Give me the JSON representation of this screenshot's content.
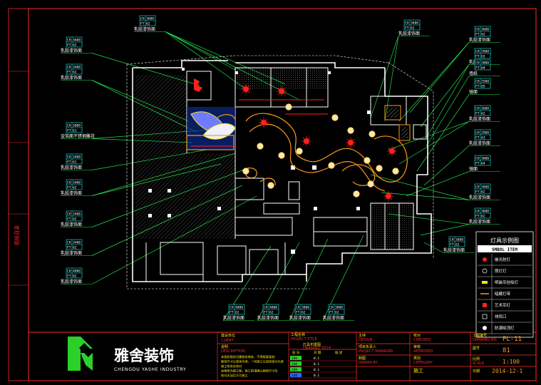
{
  "colors": {
    "background": "#000000",
    "frame": "#ff2a2a",
    "leader": "#22e04a",
    "wall": "#ffffff",
    "tag_border": "#19f0f0",
    "tag_text": "#ffffff",
    "label_text": "#ffffff",
    "accent_orange": "#ff9a1a",
    "accent_red": "#ff2020",
    "accent_yellow": "#ffe600",
    "brand_green": "#2bd02b"
  },
  "tag_labels": {
    "ch": "CH",
    "ft": "FT"
  },
  "tags": [
    {
      "ch": "3600",
      "ft": "62",
      "label": "乳胶漆饰面"
    },
    {
      "ch": "3600",
      "ft": "62",
      "label": "乳胶漆饰面"
    },
    {
      "ch": "3600",
      "ft": "62",
      "label": "乳胶漆饰面"
    },
    {
      "ch": "2900",
      "ft": "63",
      "label": "乳胶漆饰面"
    },
    {
      "ch": "3000",
      "ft": "64",
      "label": "墙纸"
    },
    {
      "ch": "2500",
      "ft": "65",
      "label": "镜面"
    },
    {
      "ch": "3600",
      "ft": "62",
      "label": "乳胶漆饰面"
    },
    {
      "ch": "2900",
      "ft": "63",
      "label": "乳胶漆饰面"
    },
    {
      "ch": "3000",
      "ft": "64",
      "label": "镜面"
    },
    {
      "ch": "3600",
      "ft": "62",
      "label": "乳胶漆饰面"
    },
    {
      "ch": "3600",
      "ft": "62",
      "label": "乳胶漆饰面"
    },
    {
      "ch": "3600",
      "ft": "62",
      "label": "乳胶漆饰面"
    },
    {
      "ch": "3600",
      "ft": "62",
      "label": "乳胶漆饰面"
    },
    {
      "ch": "3400",
      "ft": "62",
      "label": "乳胶漆饰面"
    },
    {
      "ch": "3000",
      "ft": "61",
      "label": "金箔面不锈钢雕花"
    },
    {
      "ch": "3400",
      "ft": "61",
      "label": "乳胶漆饰面"
    },
    {
      "ch": "3400",
      "ft": "62",
      "label": "乳胶漆饰面"
    },
    {
      "ch": "3400",
      "ft": "62",
      "label": "乳胶漆饰面"
    },
    {
      "ch": "3400",
      "ft": "62",
      "label": "乳胶漆饰面"
    },
    {
      "ch": "4000",
      "ft": "62",
      "label": "乳胶漆饰面"
    },
    {
      "ch": "4000",
      "ft": "62",
      "label": "乳胶漆饰面"
    },
    {
      "ch": "4000",
      "ft": "62",
      "label": "乳胶漆饰面"
    },
    {
      "ch": "3800",
      "ft": "62",
      "label": "乳胶漆饰面"
    },
    {
      "ch": "3800",
      "ft": "62",
      "label": "乳胶漆饰面"
    }
  ],
  "legend": {
    "title": "灯具示例图",
    "header": "SMBOL ITEM",
    "items": [
      {
        "label": "嵌光射灯",
        "symbol": "spot"
      },
      {
        "label": "筒灯灯",
        "symbol": "down"
      },
      {
        "label": "明装吊挂吸灯",
        "symbol": "pendant"
      },
      {
        "label": "暗藏灯带",
        "symbol": "strip"
      },
      {
        "label": "艺术吊灯",
        "symbol": "art"
      },
      {
        "label": "排风口",
        "symbol": "vent"
      },
      {
        "label": "防潮吸顶灯",
        "symbol": "ceiling"
      }
    ]
  },
  "title_block": {
    "brand_cn": "雅舍装饰",
    "brand_en": "CHENGDU YASHE INDUSTRY",
    "client_cn": "建设单位",
    "client_en": "CLIENT",
    "desc_cn": "说明",
    "desc_en": "DESCRIPTION",
    "desc_lines": [
      "本图纸版权归属雅舍装饰，不得随意复制",
      "图纸尺寸以现场为准，一切施工以现场核对为准",
      "施工前务必核对",
      "本图纸为施工图，施工前请确认图纸尺寸及",
      "核对无误后方可施工"
    ],
    "project_cn": "工程名称",
    "project_en": "PROJECT TITLE",
    "drawing_cn": "灯具布置图",
    "drawing_en": "DRAWING TITLE",
    "table_header": [
      "层 号",
      "日 期",
      "描 述"
    ],
    "table_rows": [
      {
        "a": "100",
        "b": "0.1",
        "c": ""
      },
      {
        "a": "100",
        "b": "0.1",
        "c": ""
      },
      {
        "a": "100",
        "b": "0.1",
        "c": ""
      },
      {
        "a": "140",
        "b": "0.1",
        "c": ""
      }
    ],
    "design_cn": "主持",
    "design_en": "DESIGN",
    "pm_cn": "项目负责人",
    "pm_en": "PROJECT MANAGER",
    "drawn_cn": "制图",
    "drawn_en": "DRAWN BY",
    "approve_cn": "审核",
    "approve_en": "APPROVED",
    "check_cn": "校对",
    "check_en": "CHECKED",
    "cat_cn": "类别",
    "cat_en": "CATEGORY",
    "cat_value": "施工",
    "drawno_cn": "工程编号",
    "drawno_en": "DRAWING NO.",
    "drawno_value": "PL-11",
    "sheet_cn": "图号",
    "sheet_value": "81",
    "scale_cn": "比例",
    "scale_en": "SCALE",
    "scale_value": "1:100",
    "date_cn": "日期",
    "date_value": "2014-12-1",
    "side_text": "图纸目录"
  }
}
